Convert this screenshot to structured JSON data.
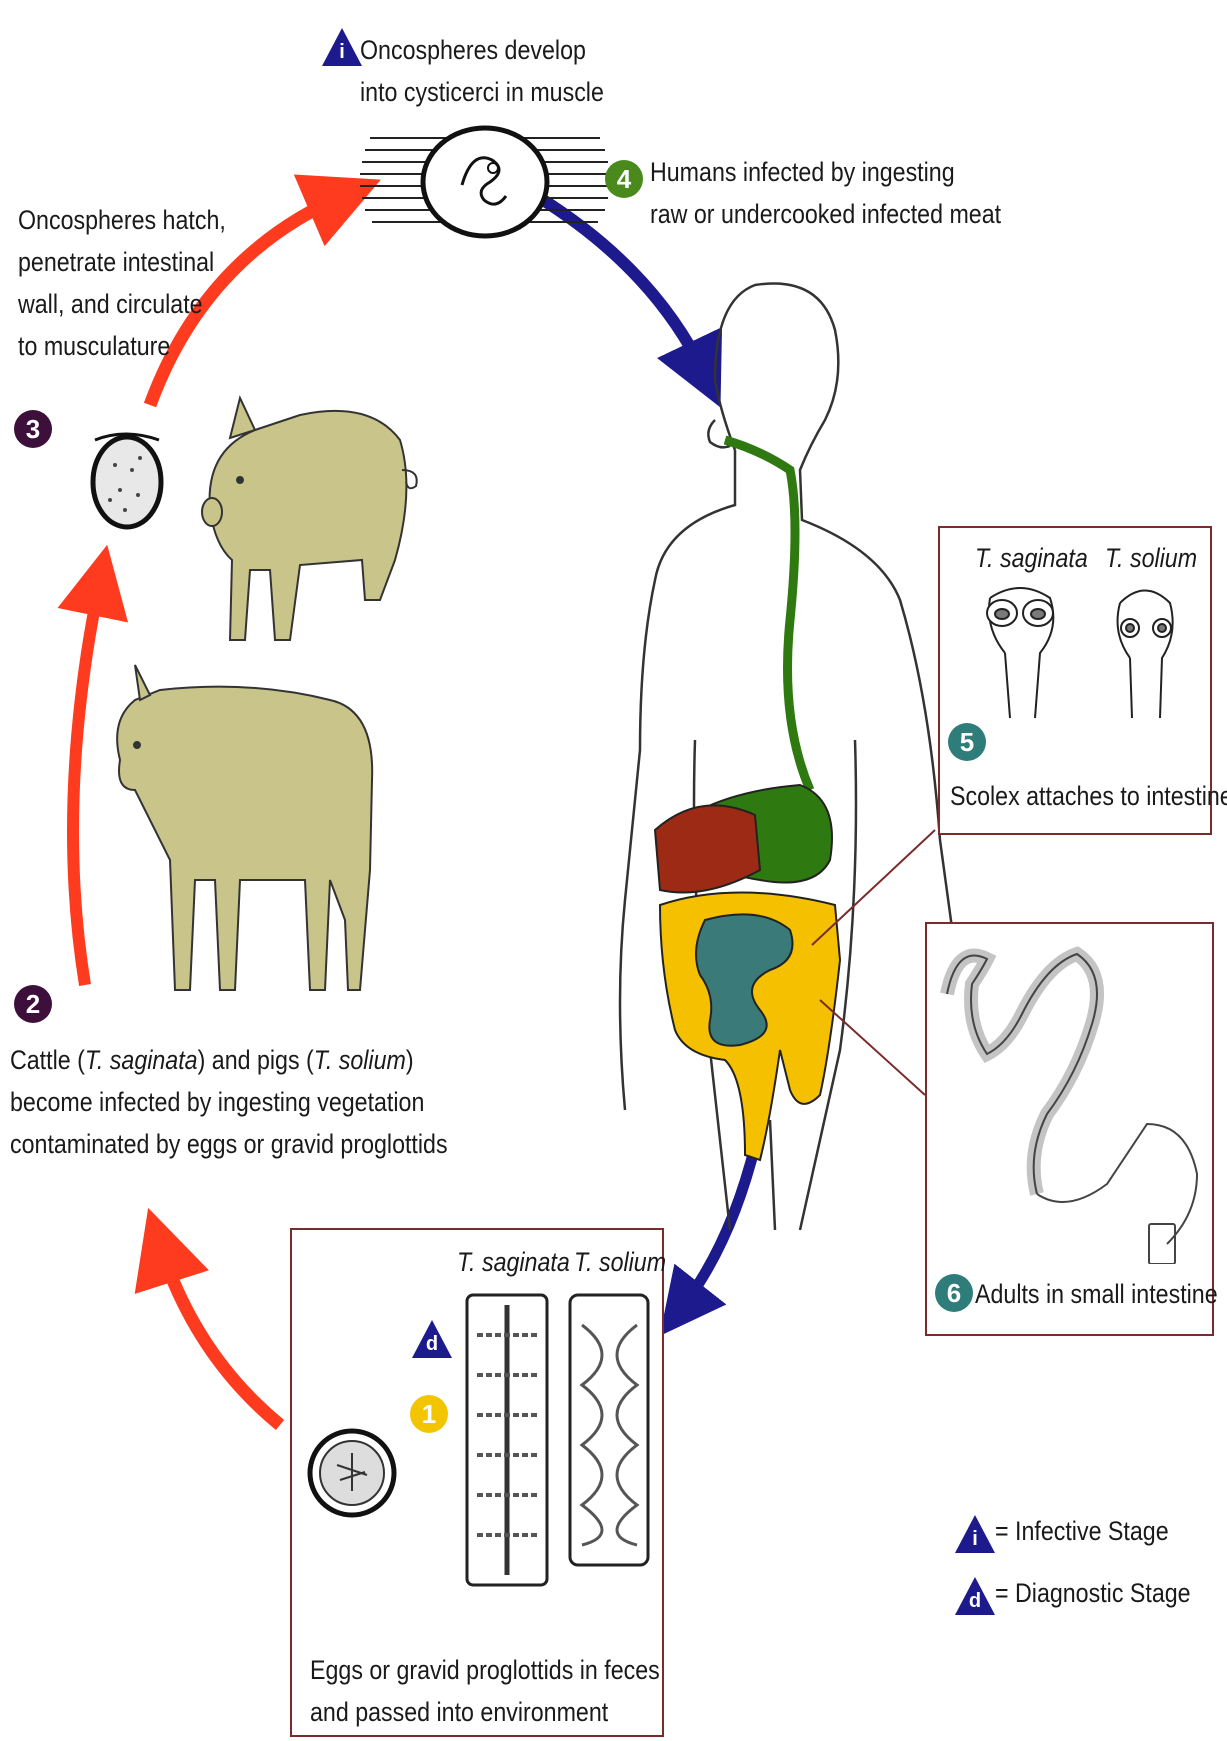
{
  "stages": {
    "s_i": {
      "symbol": "i",
      "text_line1": "Oncospheres develop",
      "text_line2": "into cysticerci in muscle"
    },
    "s4": {
      "num": "4",
      "text_line1": "Humans infected by ingesting",
      "text_line2": "raw or undercooked infected meat"
    },
    "s3": {
      "num": "3",
      "text_line1": "Oncospheres hatch,",
      "text_line2": "penetrate intestinal",
      "text_line3": "wall, and circulate",
      "text_line4": "to musculature"
    },
    "s2": {
      "num": "2",
      "line1_a": "Cattle (",
      "line1_b": "T. saginata",
      "line1_c": ") and pigs (",
      "line1_d": "T. solium",
      "line1_e": ")",
      "text_line2": "become infected by ingesting vegetation",
      "text_line3": "contaminated by eggs or gravid proglottids"
    },
    "s5": {
      "num": "5",
      "label_a": "T. saginata",
      "label_b": "T. solium",
      "caption": "Scolex attaches to intestine"
    },
    "s6": {
      "num": "6",
      "caption": "Adults in small intestine"
    },
    "s1": {
      "num": "1",
      "symbol": "d",
      "label_a": "T. saginata",
      "label_b": "T. solium",
      "caption_line1": "Eggs or gravid proglottids in feces",
      "caption_line2": "and passed into environment"
    }
  },
  "legend": {
    "infective_symbol": "i",
    "infective_text": "= Infective Stage",
    "diagnostic_symbol": "d",
    "diagnostic_text": "= Diagnostic Stage"
  },
  "colors": {
    "arrow_red": "#ff3b1f",
    "arrow_blue": "#1c1a8c",
    "animal_fill": "#c9c48a",
    "gut_green": "#2f7a10",
    "liver_red": "#9c2a14",
    "colon_yellow": "#f5c000",
    "small_intestine_teal": "#3a7a78",
    "stage_purple": "#3d0f3b",
    "stage_green": "#4a8a1c",
    "stage_teal": "#2e7d7a",
    "stage_yellow": "#f2c500",
    "box_border": "#7a2b2b"
  }
}
